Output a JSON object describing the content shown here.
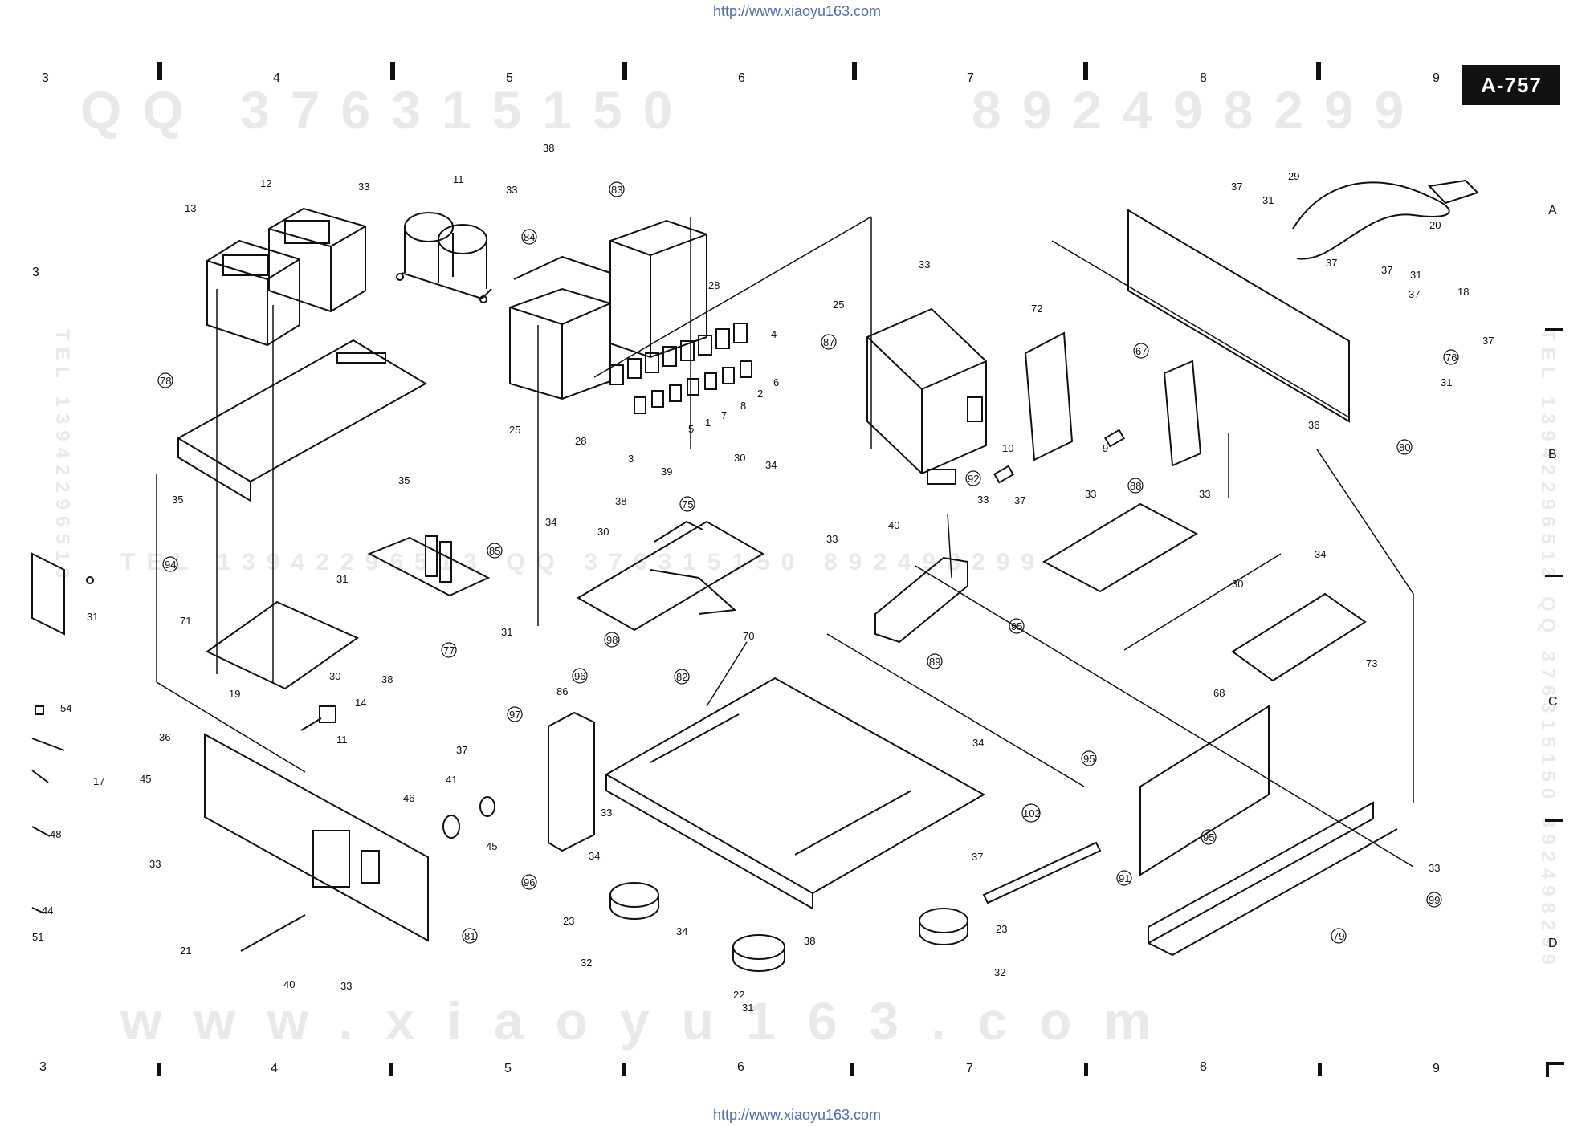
{
  "header": {
    "url_top": "http://www.xiaoyu163.com",
    "url_bottom": "http://www.xiaoyu163.com"
  },
  "model_code": "A-757",
  "grid": {
    "columns": [
      "3",
      "4",
      "5",
      "6",
      "7",
      "8",
      "9"
    ],
    "rows": [
      "A",
      "B",
      "C",
      "D"
    ],
    "left_row_mark": "3"
  },
  "watermark": {
    "top_left": "QQ 376315150",
    "top_right": "892498299",
    "middle": "TEL 13942296513  QQ 376315150  892498299",
    "bottom": "www.xiaoyu163.com",
    "vertical_left": "TEL 13942296513",
    "vertical_right": "TEL 13942296513  QQ 376315150  892498299"
  },
  "callouts": {
    "n13": "13",
    "n12": "12",
    "n11a": "11",
    "n33a": "33",
    "n33b": "33",
    "n38": "38",
    "n83": "83",
    "n84": "84",
    "n28a": "28",
    "n4": "4",
    "n2": "2",
    "n6": "6",
    "n8": "8",
    "n7": "7",
    "n5": "5",
    "n1": "1",
    "n28b": "28",
    "n3": "3",
    "n39": "39",
    "n25a": "25",
    "n78": "78",
    "n35a": "35",
    "n35b": "35",
    "n94": "94",
    "n85": "85",
    "n31a": "31",
    "n71": "71",
    "n38b": "38",
    "n77": "77",
    "n31b": "31",
    "n30a": "30",
    "n19": "19",
    "n14": "14",
    "n36a": "36",
    "n45a": "45",
    "n11b": "11",
    "n33c": "33",
    "n21": "21",
    "n40a": "40",
    "n33d": "33",
    "n81": "81",
    "n46": "46",
    "n41": "41",
    "n37a": "37",
    "n97": "97",
    "n86": "86",
    "n96a": "96",
    "n45b": "45",
    "n96b": "96",
    "n33e": "33",
    "n34a": "34",
    "n30b": "30",
    "n38c": "38",
    "n75": "75",
    "n30c": "30",
    "n34b": "34",
    "n98": "98",
    "n70": "70",
    "n82": "82",
    "n34c": "34",
    "n34d": "34",
    "n23a": "23",
    "n32a": "32",
    "n22": "22",
    "n31c": "31",
    "n38d": "38",
    "n34e": "34",
    "n37b": "37",
    "n23b": "23",
    "n32b": "32",
    "n25b": "25",
    "n33f": "33",
    "n87": "87",
    "n33g": "33",
    "n40b": "40",
    "n92": "92",
    "n10": "10",
    "n9": "9",
    "n33h": "33",
    "n89": "89",
    "n72": "72",
    "n67": "67",
    "n37c": "37",
    "n33i": "33",
    "n88": "88",
    "n33j": "33",
    "n95a": "95",
    "n37d": "37",
    "n31d": "31",
    "n29": "29",
    "n20": "20",
    "n37e": "37",
    "n37f": "37",
    "n31e": "31",
    "n37g": "37",
    "n18": "18",
    "n37h": "37",
    "n76": "76",
    "n31f": "31",
    "n36b": "36",
    "n80": "80",
    "n34f": "34",
    "n30d": "30",
    "n73": "73",
    "n68": "68",
    "n95b": "95",
    "n95c": "95",
    "n102": "102",
    "n91": "91",
    "n79": "79",
    "n33k": "33",
    "n99": "99",
    "n31g": "31",
    "n54": "54",
    "n17": "17",
    "n48": "48",
    "n44": "44",
    "n51": "51"
  }
}
